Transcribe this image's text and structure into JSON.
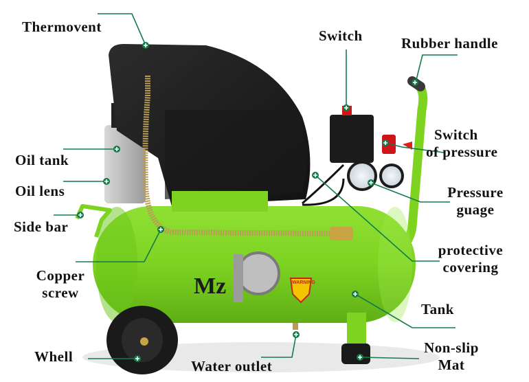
{
  "diagram": {
    "subject": "Portable air compressor",
    "brand_mark": "Mz",
    "warning_badge": "WARNING",
    "colors": {
      "tank_green": "#7ed321",
      "tank_green_dark": "#5aa512",
      "motor_black": "#1f1f1f",
      "leader_line": "#137a4a",
      "marker_fill": "#137a4a",
      "label_text": "#111111",
      "pressure_cap_red": "#d0151a"
    },
    "labels": [
      {
        "id": "thermovent",
        "text": "Thermovent"
      },
      {
        "id": "switch",
        "text": "Switch"
      },
      {
        "id": "rubber-handle",
        "text": "Rubber handle"
      },
      {
        "id": "oil-tank",
        "text": "Oil tank"
      },
      {
        "id": "oil-lens",
        "text": "Oil lens"
      },
      {
        "id": "side-bar",
        "text": "Side bar"
      },
      {
        "id": "copper-screw",
        "line1": "Copper",
        "line2": "screw"
      },
      {
        "id": "switch-of-pressure",
        "line1": "Switch",
        "line2": "of pressure"
      },
      {
        "id": "pressure-guage",
        "line1": "Pressure",
        "line2": "guage"
      },
      {
        "id": "protective-covering",
        "line1": "protective",
        "line2": "covering"
      },
      {
        "id": "tank",
        "text": "Tank"
      },
      {
        "id": "whell",
        "text": "Whell"
      },
      {
        "id": "water-outlet",
        "text": "Water outlet"
      },
      {
        "id": "non-slip-mat",
        "line1": "Non-slip",
        "line2": "Mat"
      }
    ]
  }
}
